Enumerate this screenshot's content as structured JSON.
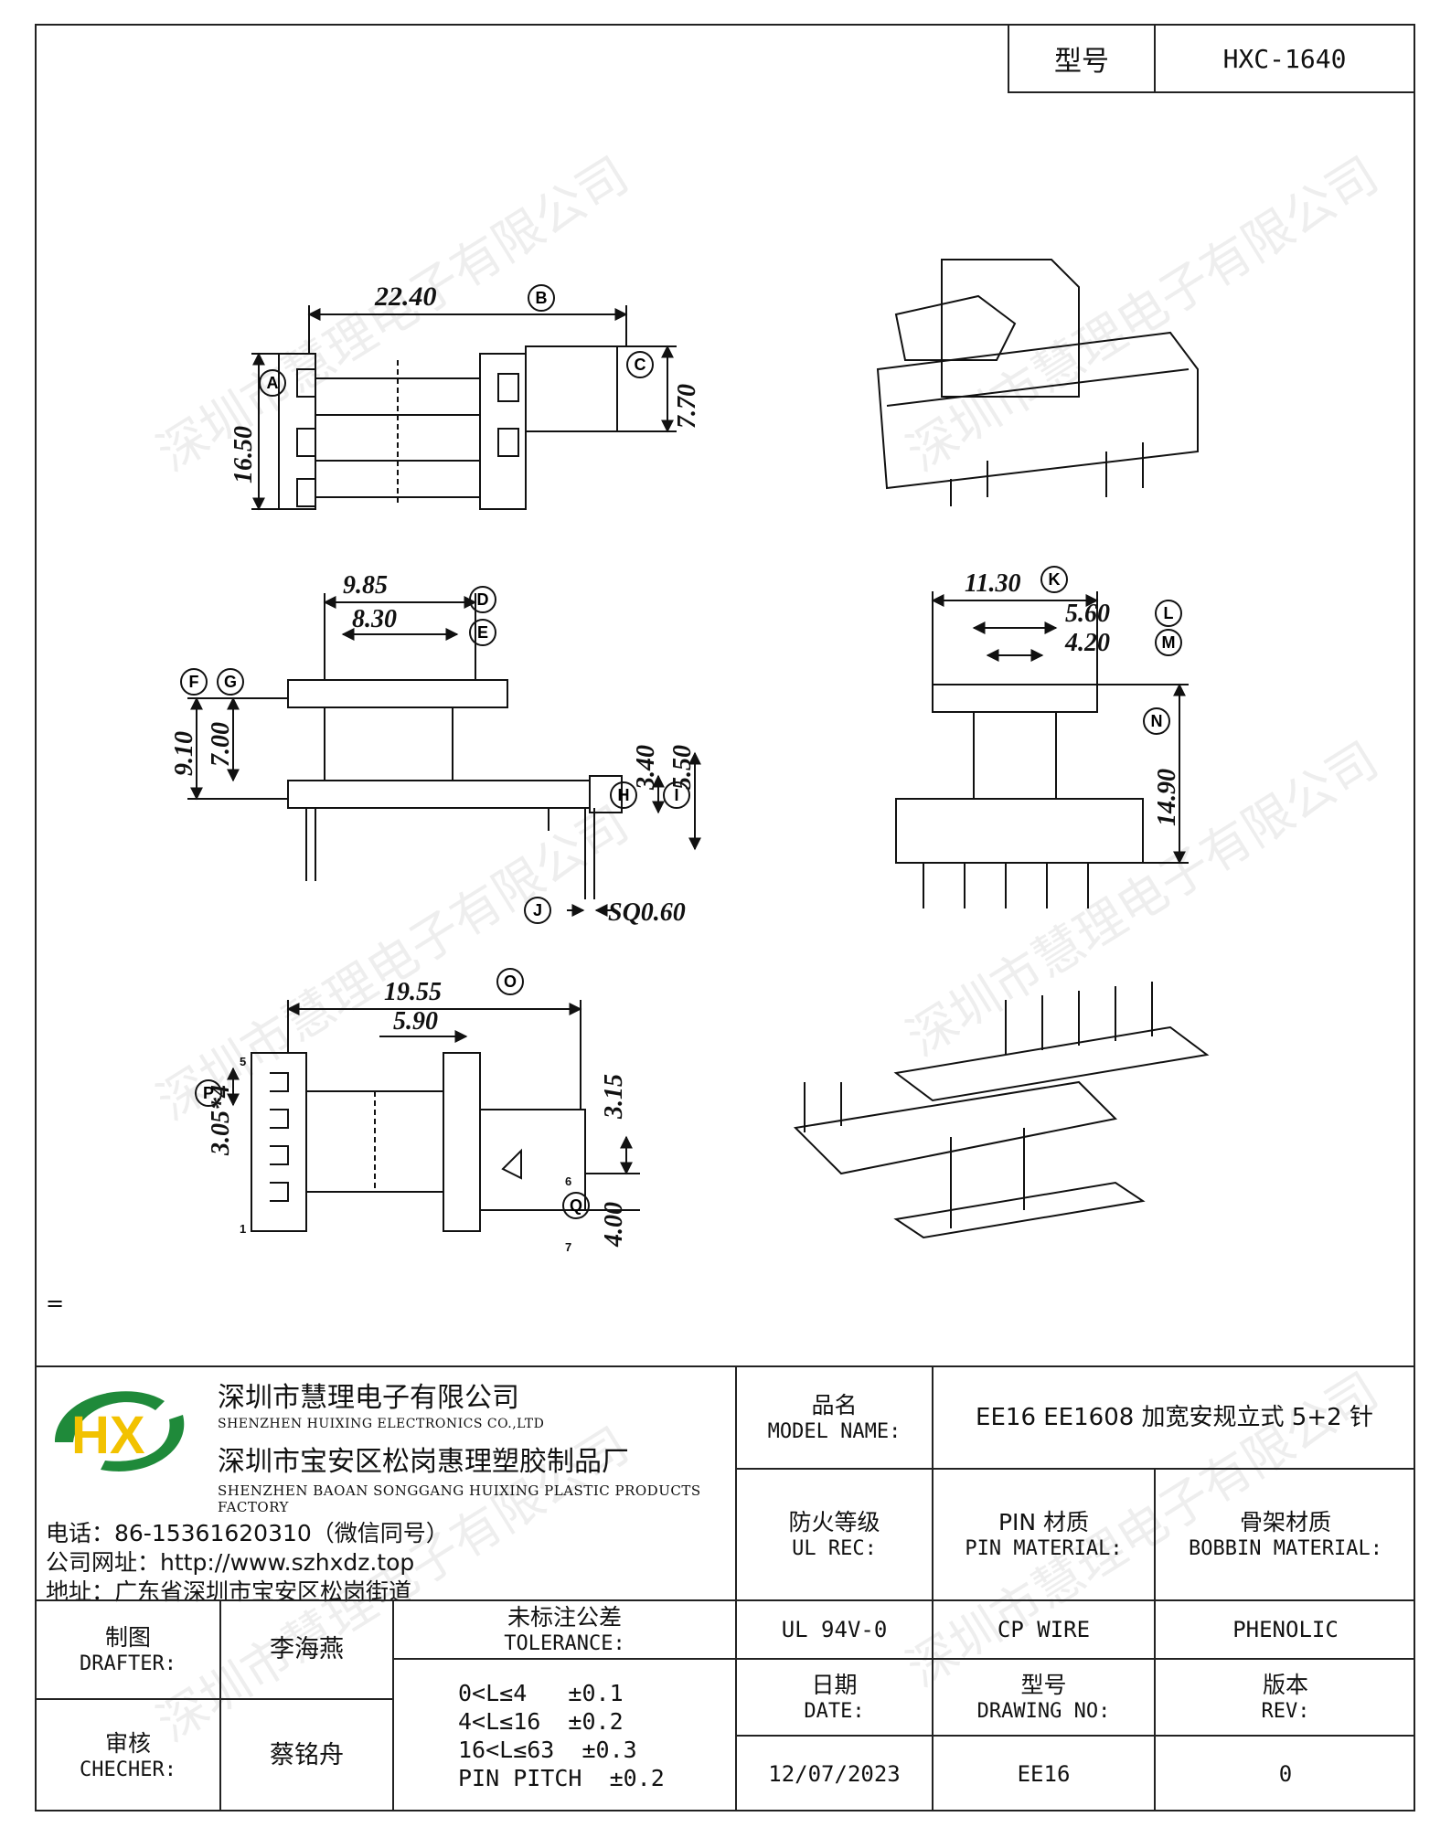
{
  "model_box": {
    "label": "型号",
    "value": "HXC-1640"
  },
  "dimensions": {
    "A": "16.50",
    "B": "22.40",
    "C": "7.70",
    "D": "9.85",
    "E": "8.30",
    "F": "9.10",
    "G": "7.00",
    "H": "3.40",
    "I": "5.50",
    "J": "SQ0.60",
    "K": "11.30",
    "L": "5.60",
    "M": "4.20",
    "N": "14.90",
    "O": "19.55",
    "O2": "5.90",
    "P": "3.05*4",
    "Q": "3.15",
    "Q2": "4.00"
  },
  "dim_letters": {
    "A": "A",
    "B": "B",
    "C": "C",
    "D": "D",
    "E": "E",
    "F": "F",
    "G": "G",
    "H": "H",
    "I": "I",
    "J": "J",
    "K": "K",
    "L": "L",
    "M": "M",
    "N": "N",
    "O": "O",
    "P": "P",
    "Q": "Q"
  },
  "pin_numbers": {
    "p5": "5",
    "p1": "1",
    "p6": "6",
    "p7": "7"
  },
  "watermark": "深圳市慧理电子有限公司",
  "note": "=",
  "company": {
    "logo_text": "HX",
    "name_cn": "深圳市慧理电子有限公司",
    "name_en": "SHENZHEN HUIXING ELECTRONICS CO.,LTD",
    "factory_cn": "深圳市宝安区松岗惠理塑胶制品厂",
    "factory_en": "SHENZHEN BAOAN SONGGANG HUIXING PLASTIC PRODUCTS FACTORY",
    "phone": "电话：86-15361620310（微信同号）",
    "website": "公司网址：http://www.szhxdz.top",
    "address": "地址：广东省深圳市宝安区松岗街道"
  },
  "title_block": {
    "model_name_label_cn": "品名",
    "model_name_label_en": "MODEL NAME:",
    "model_name_value": "EE16 EE1608 加宽安规立式 5+2 针",
    "ul_label_cn": "防火等级",
    "ul_label_en": "UL REC:",
    "ul_value": "UL 94V-0",
    "pin_label_cn": "PIN 材质",
    "pin_label_en": "PIN MATERIAL:",
    "pin_value": "CP WIRE",
    "bobbin_label_cn": "骨架材质",
    "bobbin_label_en": "BOBBIN MATERIAL:",
    "bobbin_value": "PHENOLIC",
    "drafter_label_cn": "制图",
    "drafter_label_en": "DRAFTER:",
    "drafter_name": "李海燕",
    "checker_label_cn": "审核",
    "checker_label_en": "CHECHER:",
    "checker_name": "蔡铭舟",
    "tolerance_label_cn": "未标注公差",
    "tolerance_label_en": "TOLERANCE:",
    "tolerances": [
      "0<L≤4   ±0.1",
      "4<L≤16  ±0.2",
      "16<L≤63  ±0.3",
      "PIN PITCH  ±0.2"
    ],
    "date_label_cn": "日期",
    "date_label_en": "DATE:",
    "date_value": "12/07/2023",
    "drawing_no_label_cn": "型号",
    "drawing_no_label_en": "DRAWING NO:",
    "drawing_no_value": "EE16",
    "rev_label_cn": "版本",
    "rev_label_en": "REV:",
    "rev_value": "0"
  }
}
